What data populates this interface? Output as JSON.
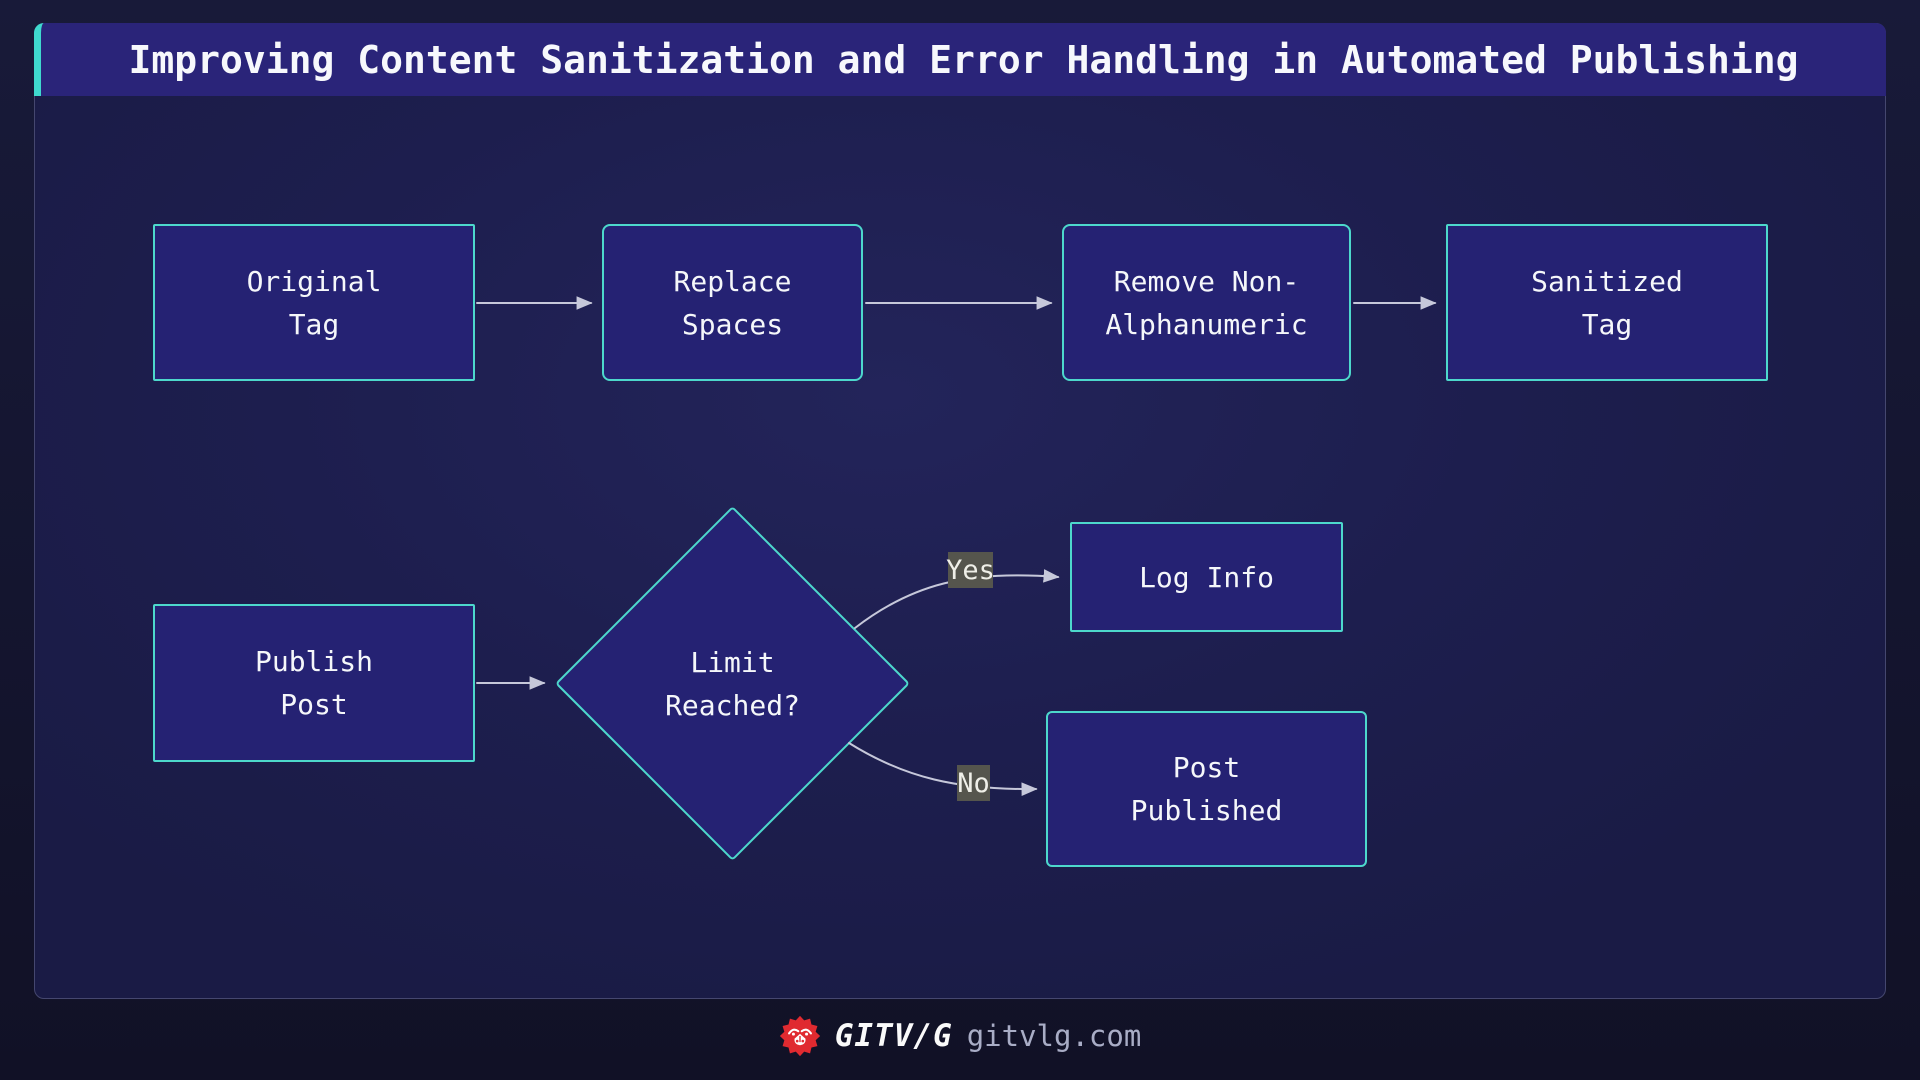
{
  "title": {
    "text": "Improving Content Sanitization and Error Handling in Automated Publishing"
  },
  "colors": {
    "background": "#14152f",
    "panel_fill": "#1d1e4e",
    "panel_border": "#45476f",
    "title_bar": "#2a2479",
    "accent_teal": "#3fd9cf",
    "node_fill": "#252273",
    "node_border": "#4dd8cc",
    "edge": "#c6c8da",
    "edge_label_bg": "#55554d",
    "text": "#f5f7fa",
    "brand_red": "#e02a30",
    "muted_text": "#a9adc6"
  },
  "flow": {
    "row1": [
      {
        "id": "original-tag",
        "lines": [
          "Original",
          "Tag"
        ]
      },
      {
        "id": "replace-spaces",
        "lines": [
          "Replace",
          "Spaces"
        ]
      },
      {
        "id": "remove-non-alphanumeric",
        "lines": [
          "Remove Non-",
          "Alphanumeric"
        ]
      },
      {
        "id": "sanitized-tag",
        "lines": [
          "Sanitized",
          "Tag"
        ]
      }
    ],
    "row2": {
      "publish_post": {
        "lines": [
          "Publish",
          "Post"
        ]
      },
      "decision": {
        "lines": [
          "Limit",
          "Reached?"
        ]
      },
      "log_info": {
        "label": "Log Info"
      },
      "post_published": {
        "lines": [
          "Post",
          "Published"
        ]
      },
      "yes_label": "Yes",
      "no_label": "No"
    }
  },
  "footer": {
    "brand": "GITV/G",
    "domain": "gitvlg.com"
  }
}
